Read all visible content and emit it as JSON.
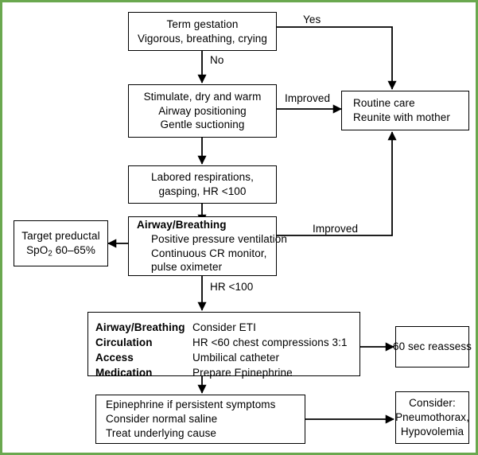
{
  "frame": {
    "border_color": "#6aa84f",
    "background": "#ffffff",
    "line_color": "#000000"
  },
  "nodes": {
    "term_gestation": {
      "line1": "Term gestation",
      "line2": "Vigorous, breathing, crying"
    },
    "stimulate": {
      "line1": "Stimulate, dry and warm",
      "line2": "Airway positioning",
      "line3": "Gentle suctioning"
    },
    "labored": {
      "line1": "Labored respirations,",
      "line2": "gasping, HR <100"
    },
    "airway_breathing": {
      "title": "Airway/Breathing",
      "line1": "Positive pressure ventilation",
      "line2": "Continuous CR monitor,",
      "line3": "pulse oximeter"
    },
    "target_preductal": {
      "line1": "Target preductal",
      "line2_pre": "SpO",
      "line2_sub": "2",
      "line2_post": " 60–65%"
    },
    "routine_care": {
      "line1": "Routine care",
      "line2": "Reunite with mother"
    },
    "abcm": {
      "rows": [
        {
          "label": "Airway/Breathing",
          "value": "Consider ETI"
        },
        {
          "label": "Circulation",
          "value": "HR <60 chest compressions 3:1"
        },
        {
          "label": "Access",
          "value": "Umbilical catheter"
        },
        {
          "label": "Medication",
          "value": "Prepare Epinephrine"
        }
      ]
    },
    "reassess": {
      "line1": "60 sec reassess"
    },
    "epinephrine": {
      "line1": "Epinephrine if persistent symptoms",
      "line2": "Consider normal saline",
      "line3": "Treat underlying cause"
    },
    "consider": {
      "line1": "Consider:",
      "line2": "Pneumothorax,",
      "line3": "Hypovolemia"
    }
  },
  "edge_labels": {
    "yes": "Yes",
    "no": "No",
    "improved_top": "Improved",
    "improved_mid": "Improved",
    "hr_under_100": "HR <100"
  }
}
